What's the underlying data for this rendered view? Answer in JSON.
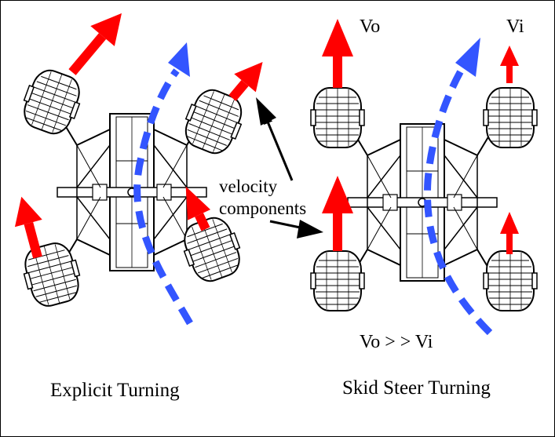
{
  "labels": {
    "left_caption": "Explicit Turning",
    "right_caption": "Skid Steer Turning",
    "velocity_line1": "velocity",
    "velocity_line2": "components",
    "vo": "Vo",
    "vi": "Vi",
    "relation": "Vo > > Vi"
  },
  "colors": {
    "velocity_arrow": "#ff0000",
    "path": "#3355ff",
    "pointer": "#000000",
    "frame": "#000000"
  }
}
